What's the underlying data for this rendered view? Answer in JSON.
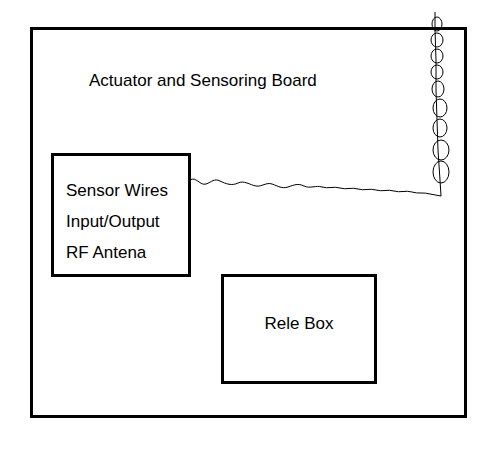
{
  "diagram": {
    "nodes": [
      {
        "text": [
          "Actuator and Sensoring Board"
        ]
      },
      {
        "text": [
          "Sensor Wires",
          "Input/Output",
          "RF Antena"
        ],
        "in": 0
      },
      {
        "text": [
          "Rele Box"
        ],
        "in": 0
      }
    ]
  }
}
